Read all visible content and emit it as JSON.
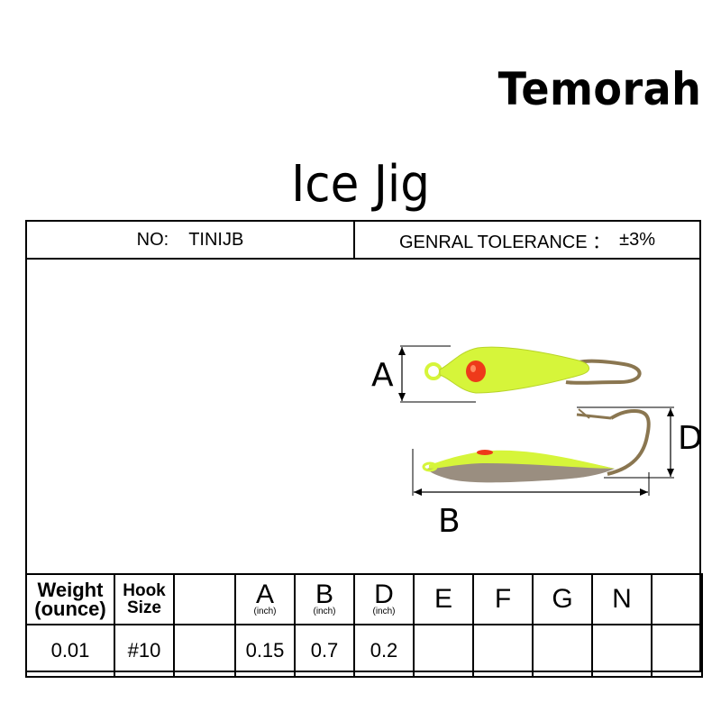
{
  "brand": "Temorah",
  "title": "Ice Jig",
  "info": {
    "no_label": "NO:",
    "no_value": "TINIJB",
    "tolerance_label": "GENRAL TOLERANCE ：",
    "tolerance_value": "±3%"
  },
  "drawing": {
    "label_a": "A",
    "label_b": "B",
    "label_d": "D",
    "colors": {
      "body": "#d6f53a",
      "eye": "#ee3a1a",
      "hook": "#8a7650",
      "belly": "#9a8e80"
    }
  },
  "spec_table": {
    "headers": {
      "weight_line1": "Weight",
      "weight_line2": "(ounce)",
      "hook_line1": "Hook",
      "hook_line2": "Size",
      "blank": "",
      "a": "A",
      "b": "B",
      "d": "D",
      "unit": "(inch)",
      "e": "E",
      "f": "F",
      "g": "G",
      "n": "N",
      "last": ""
    },
    "row": {
      "weight": "0.01",
      "hook": "#10",
      "blank": "",
      "a": "0.15",
      "b": "0.7",
      "d": "0.2",
      "e": "",
      "f": "",
      "g": "",
      "n": "",
      "last": ""
    }
  }
}
